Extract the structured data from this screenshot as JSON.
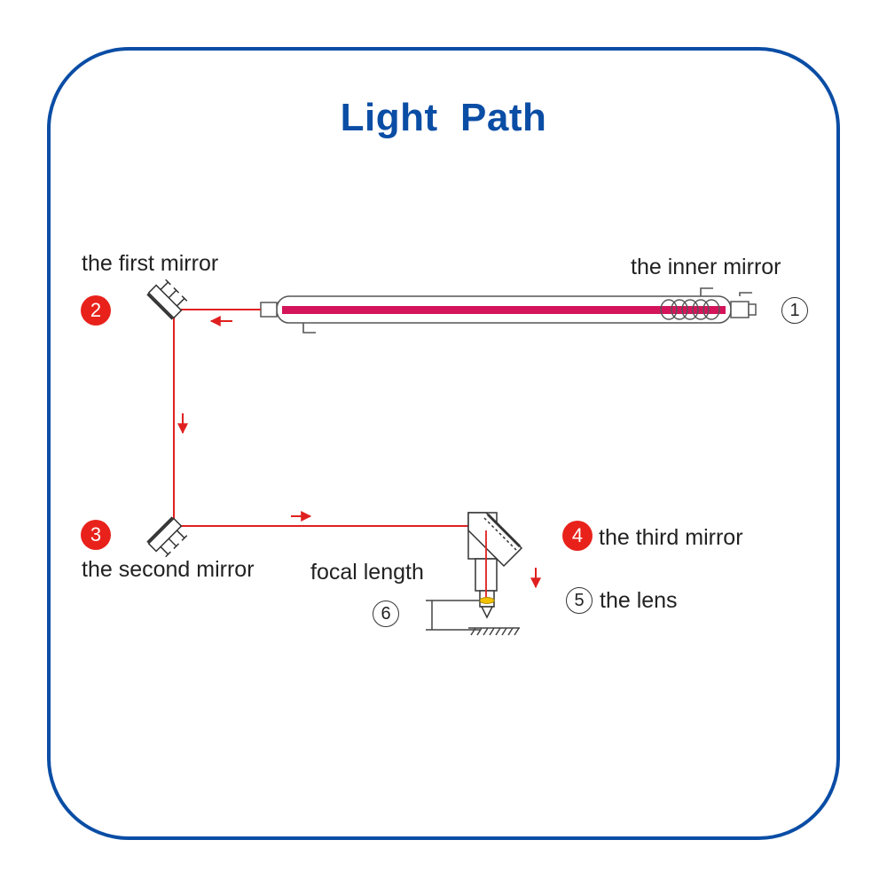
{
  "title": "Light  Path",
  "colors": {
    "frame": "#0a4da5",
    "beam": "#d4145a",
    "path": "#e02020",
    "badge": "#e8221b"
  },
  "labels": {
    "inner_mirror": "the inner mirror",
    "first_mirror": "the first mirror",
    "second_mirror": "the second mirror",
    "third_mirror": "the third mirror",
    "focal_length": "focal length",
    "lens": "the lens"
  },
  "markers": {
    "m1": "1",
    "m2": "2",
    "m3": "3",
    "m4": "4",
    "m5": "5",
    "m6": "6"
  }
}
